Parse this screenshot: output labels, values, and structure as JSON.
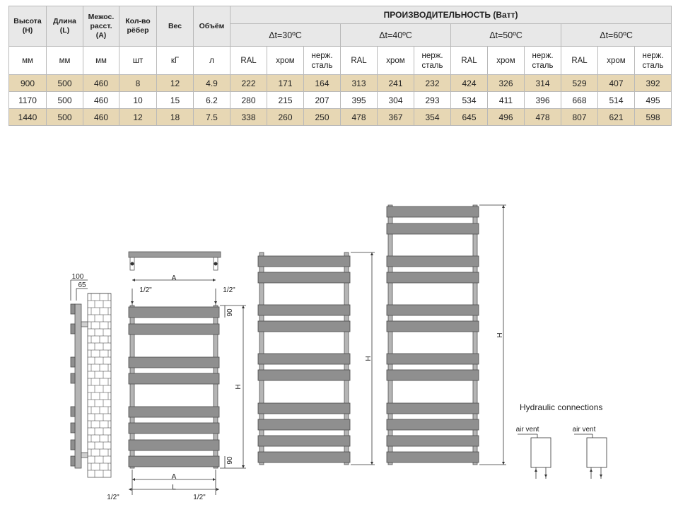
{
  "table": {
    "headers": {
      "height": "Высота\n(H)",
      "length": "Длина\n(L)",
      "spacing": "Межос.\nрасст.\n(A)",
      "ribs": "Кол-во\nрёбер",
      "weight": "Вес",
      "volume": "Объём"
    },
    "performance_title": "ПРОИЗВОДИТЕЛЬНОСТЬ (Ватт)",
    "deltas": [
      "Δt=30ºС",
      "Δt=40ºС",
      "Δt=50ºС",
      "Δt=60ºС"
    ],
    "units": [
      "мм",
      "мм",
      "мм",
      "шт",
      "кГ",
      "л"
    ],
    "finishes": [
      "RAL",
      "хром",
      "нерж.\nсталь"
    ],
    "rows": [
      [
        "900",
        "500",
        "460",
        "8",
        "12",
        "4.9",
        "222",
        "171",
        "164",
        "313",
        "241",
        "232",
        "424",
        "326",
        "314",
        "529",
        "407",
        "392"
      ],
      [
        "1170",
        "500",
        "460",
        "10",
        "15",
        "6.2",
        "280",
        "215",
        "207",
        "395",
        "304",
        "293",
        "534",
        "411",
        "396",
        "668",
        "514",
        "495"
      ],
      [
        "1440",
        "500",
        "460",
        "12",
        "18",
        "7.5",
        "338",
        "260",
        "250",
        "478",
        "367",
        "354",
        "645",
        "496",
        "478",
        "807",
        "621",
        "598"
      ]
    ]
  },
  "drawing": {
    "dim_100": "100",
    "dim_65": "65",
    "label_a": "A",
    "label_l": "L",
    "label_h": "H",
    "dim_90": "90",
    "pipe_half": "1/2\"",
    "hydraulic_title": "Hydraulic connections",
    "air_vent": "air vent",
    "colors": {
      "bar_fill": "#8f8f8f",
      "bar_stroke": "#4a4a4a",
      "row_highlight": "#e7d7b4",
      "header_bg": "#e8e8e8"
    }
  }
}
